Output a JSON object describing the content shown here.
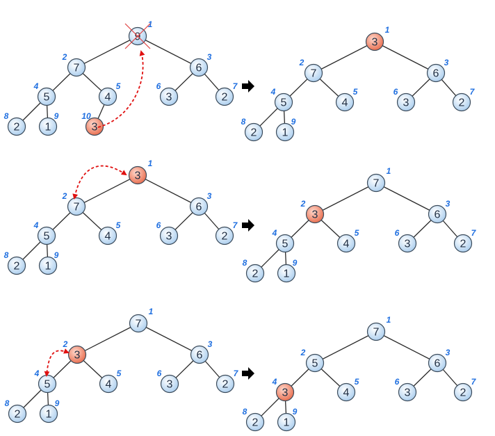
{
  "colors": {
    "node_fill": "#cfe3f7",
    "highlight_fill": "#f08a6e",
    "edge": "#2a2a2a",
    "index_label": "#1f6fe0",
    "swap_arrow": "#e01010",
    "delete_mark": "#e04040",
    "step_arrow": "#000000"
  },
  "icons": {
    "step_arrow": "right-arrow-icon",
    "delete_mark": "cross-mark-icon"
  },
  "heaps": [
    {
      "id": "row1-left",
      "values": [
        "9",
        "7",
        "6",
        "5",
        "4",
        "3",
        "2",
        "2",
        "1",
        "3"
      ],
      "indices": [
        "1",
        "2",
        "3",
        "4",
        "5",
        "6",
        "7",
        "8",
        "9",
        "10"
      ],
      "highlight": 10,
      "deleted": 1,
      "swap": [
        10,
        1
      ]
    },
    {
      "id": "row1-right",
      "values": [
        "3",
        "7",
        "6",
        "5",
        "4",
        "3",
        "2",
        "2",
        "1"
      ],
      "indices": [
        "1",
        "2",
        "3",
        "4",
        "5",
        "6",
        "7",
        "8",
        "9"
      ],
      "highlight": 1
    },
    {
      "id": "row2-left",
      "values": [
        "3",
        "7",
        "6",
        "5",
        "4",
        "3",
        "2",
        "2",
        "1"
      ],
      "indices": [
        "1",
        "2",
        "3",
        "4",
        "5",
        "6",
        "7",
        "8",
        "9"
      ],
      "highlight": 1,
      "swap": [
        1,
        2
      ]
    },
    {
      "id": "row2-right",
      "values": [
        "7",
        "3",
        "6",
        "5",
        "4",
        "3",
        "2",
        "2",
        "1"
      ],
      "indices": [
        "1",
        "2",
        "3",
        "4",
        "5",
        "6",
        "7",
        "8",
        "9"
      ],
      "highlight": 2
    },
    {
      "id": "row3-left",
      "values": [
        "7",
        "3",
        "6",
        "5",
        "4",
        "3",
        "2",
        "2",
        "1"
      ],
      "indices": [
        "1",
        "2",
        "3",
        "4",
        "5",
        "6",
        "7",
        "8",
        "9"
      ],
      "highlight": 2,
      "swap": [
        2,
        4
      ]
    },
    {
      "id": "row3-right",
      "values": [
        "7",
        "5",
        "6",
        "3",
        "4",
        "3",
        "2",
        "2",
        "1"
      ],
      "indices": [
        "1",
        "2",
        "3",
        "4",
        "5",
        "6",
        "7",
        "8",
        "9"
      ],
      "highlight": 4
    }
  ]
}
